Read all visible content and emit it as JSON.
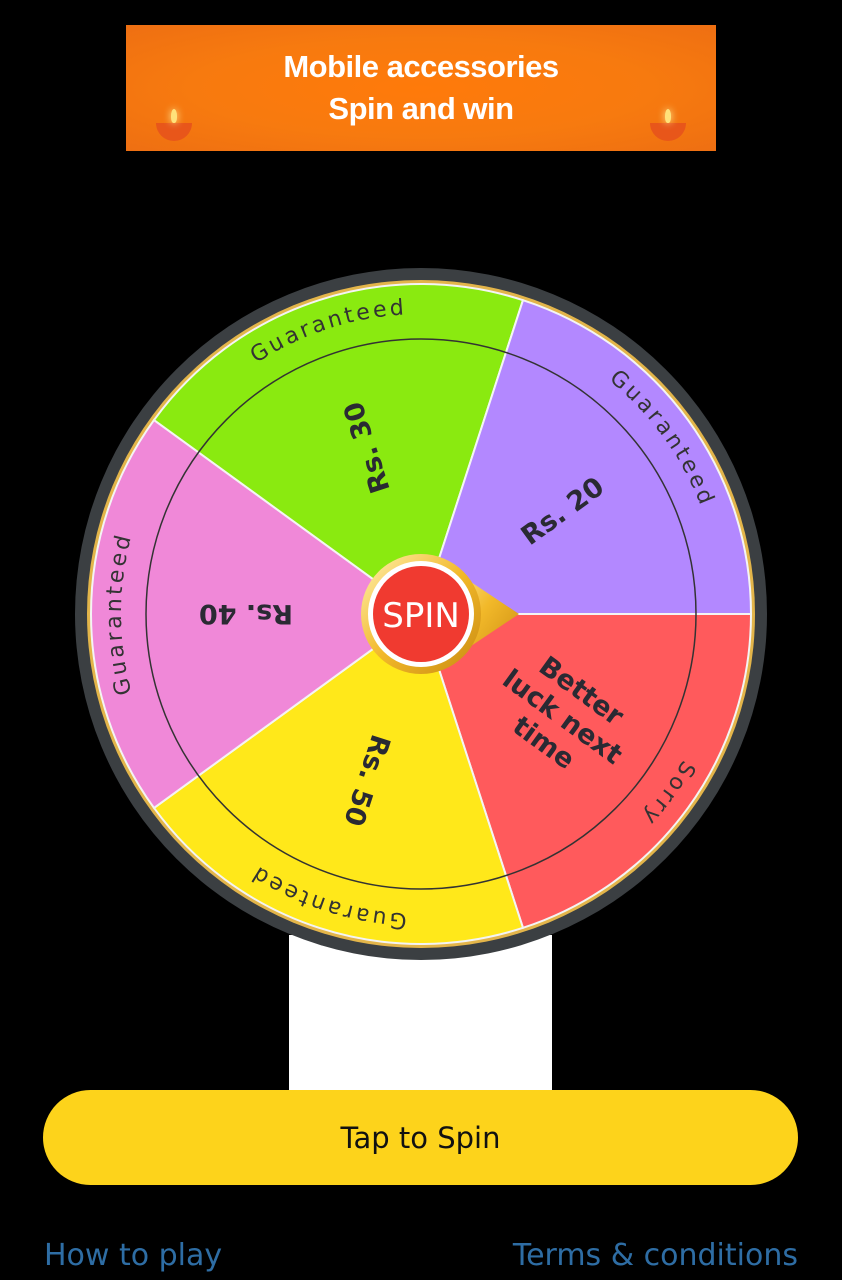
{
  "banner": {
    "line1": "Mobile accessories",
    "line2": "Spin and win"
  },
  "wheel": {
    "center_label": "SPIN",
    "segments": [
      {
        "ring_text": "Sorry",
        "label_lines": [
          "Better",
          "luck next",
          "time"
        ],
        "color": "#ff5a5c"
      },
      {
        "ring_text": "Guaranteed",
        "label_lines": [
          "Rs. 50"
        ],
        "color": "#ffe81a"
      },
      {
        "ring_text": "Guaranteed",
        "label_lines": [
          "Rs. 40"
        ],
        "color": "#f088d8"
      },
      {
        "ring_text": "Guaranteed",
        "label_lines": [
          "Rs. 30"
        ],
        "color": "#8aea10"
      },
      {
        "ring_text": "Guaranteed",
        "label_lines": [
          "Rs. 20"
        ],
        "color": "#b388ff"
      }
    ]
  },
  "tap_button": "Tap to Spin",
  "links": {
    "how_to_play": "How to play",
    "terms": "Terms & conditions"
  }
}
